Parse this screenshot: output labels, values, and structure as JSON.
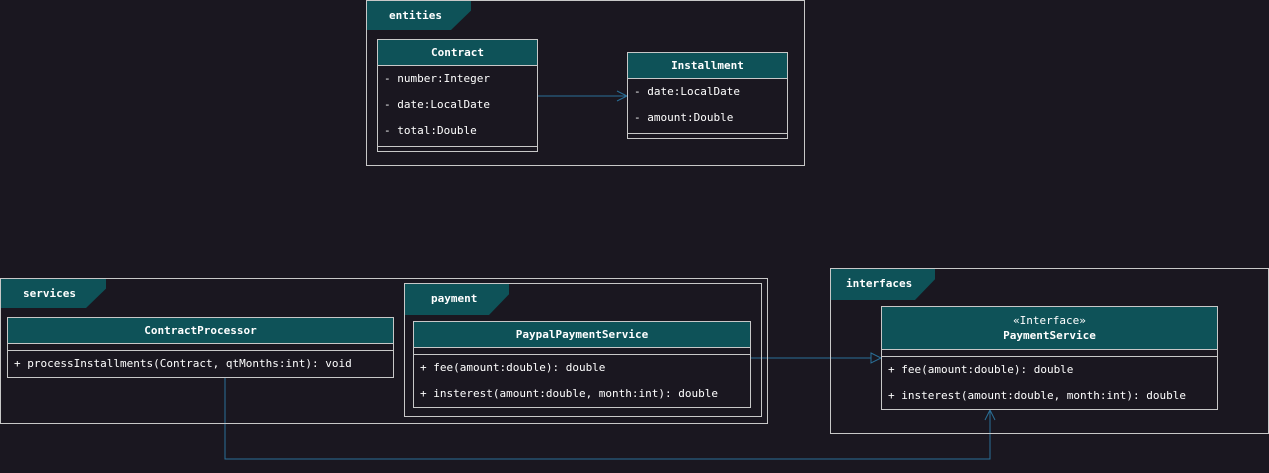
{
  "packages": {
    "entities": "entities",
    "services": "services",
    "payment": "payment",
    "interfaces": "interfaces"
  },
  "classes": {
    "contract": {
      "name": "Contract",
      "attributes": [
        "- number:Integer",
        "- date:LocalDate",
        "- total:Double"
      ]
    },
    "installment": {
      "name": "Installment",
      "attributes": [
        "- date:LocalDate",
        "- amount:Double"
      ]
    },
    "contract_processor": {
      "name": "ContractProcessor",
      "methods": [
        "+ processInstallments(Contract, qtMonths:int): void"
      ]
    },
    "paypal_payment_service": {
      "name": "PaypalPaymentService",
      "methods": [
        "+ fee(amount:double): double",
        "+ insterest(amount:double, month:int): double"
      ]
    },
    "payment_service": {
      "stereotype": "«Interface»",
      "name": "PaymentService",
      "methods": [
        "+ fee(amount:double): double",
        "+ insterest(amount:double, month:int): double"
      ]
    }
  },
  "colors": {
    "background": "#1a1720",
    "header_fill": "#0e5258",
    "border": "#c8c8c8",
    "connector": "#2a6f97"
  }
}
